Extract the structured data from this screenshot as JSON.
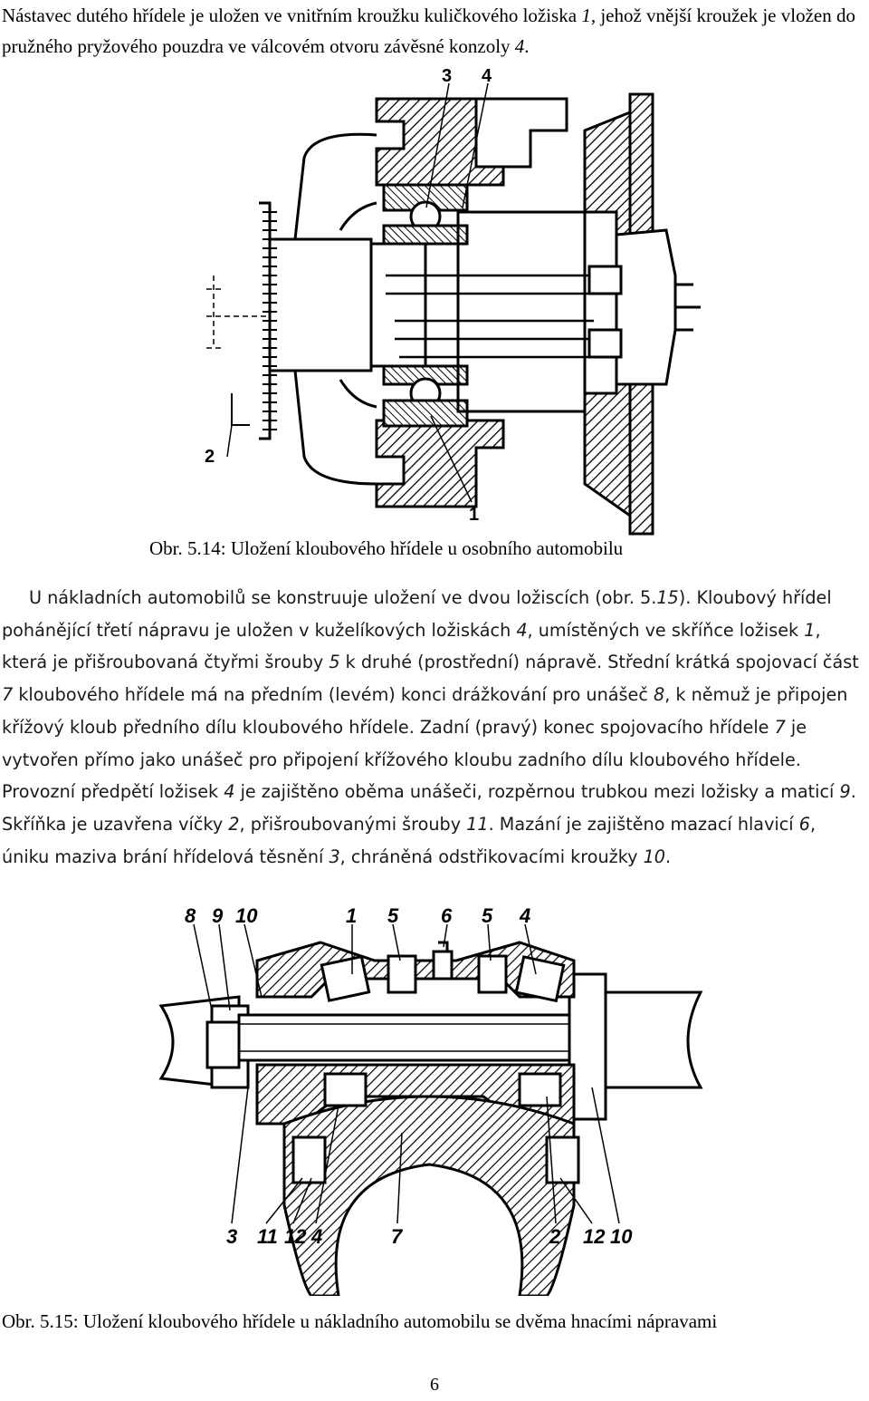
{
  "intro": {
    "t1": "Nástavec dutého hřídele je uložen ve vnitřním kroužku kuličkového ložiska ",
    "n1": "1",
    "t2": ", jehož vnější kroužek je vložen do pružného pryžového pouzdra ve válcovém otvoru závěsné konzoly ",
    "n2": "4",
    "t3": "."
  },
  "figure1": {
    "labels": [
      "3",
      "4",
      "2",
      "1"
    ],
    "caption": "Obr. 5.14:  Uložení kloubového hřídele u osobního automobilu"
  },
  "body": {
    "t1": "U nákladních automobilů se konstruuje uložení ve dvou ložiscích (obr. 5.",
    "r1": "15",
    "t2": "). Kloubový hřídel pohánějící třetí nápravu je uložen v kuželíkových ložiskách ",
    "r2": "4",
    "t3": ", umístěných ve skříňce ložisek ",
    "r3": "1",
    "t4": ", která je přišroubovaná čtyřmi šrouby ",
    "r4": "5",
    "t5": " k druhé (prostřední) nápravě. Střední krátká spojovací část ",
    "r5": "7",
    "t6": " kloubového hřídele má na předním (levém) konci drážkování pro unášeč ",
    "r6": "8",
    "t7": ", k němuž je připojen křížový kloub předního dílu kloubového hřídele. Zadní (pravý) konec spojovacího hřídele ",
    "r7": "7",
    "t8": " je vytvořen přímo jako unášeč pro připojení křížového kloubu zadního dílu kloubového hřídele. Provozní předpětí ložisek ",
    "r8": "4",
    "t9": " je zajištěno oběma unášeči, rozpěrnou trubkou mezi ložisky a maticí ",
    "r9": "9",
    "t10": ". Skříňka je uzavřena víčky ",
    "r10": "2",
    "t11": ", přišroubovanými šrouby ",
    "r11": "11",
    "t12": ". Mazání je zajištěno mazací hlavicí ",
    "r12": "6",
    "t13": ", úniku maziva brání hřídelová těsnění ",
    "r13": "3",
    "t14": ", chráněná odstřikovacími kroužky ",
    "r14": "10",
    "t15": "."
  },
  "figure2": {
    "top_labels": [
      "8",
      "9",
      "10",
      "1",
      "5",
      "6",
      "5",
      "4"
    ],
    "bottom_labels": [
      "3",
      "11",
      "12",
      "4",
      "7",
      "2",
      "12",
      "10"
    ],
    "caption": "Obr. 5.15: Uložení kloubového hřídele u nákladního automobilu se dvěma hnacími nápravami"
  },
  "page_number": "6"
}
